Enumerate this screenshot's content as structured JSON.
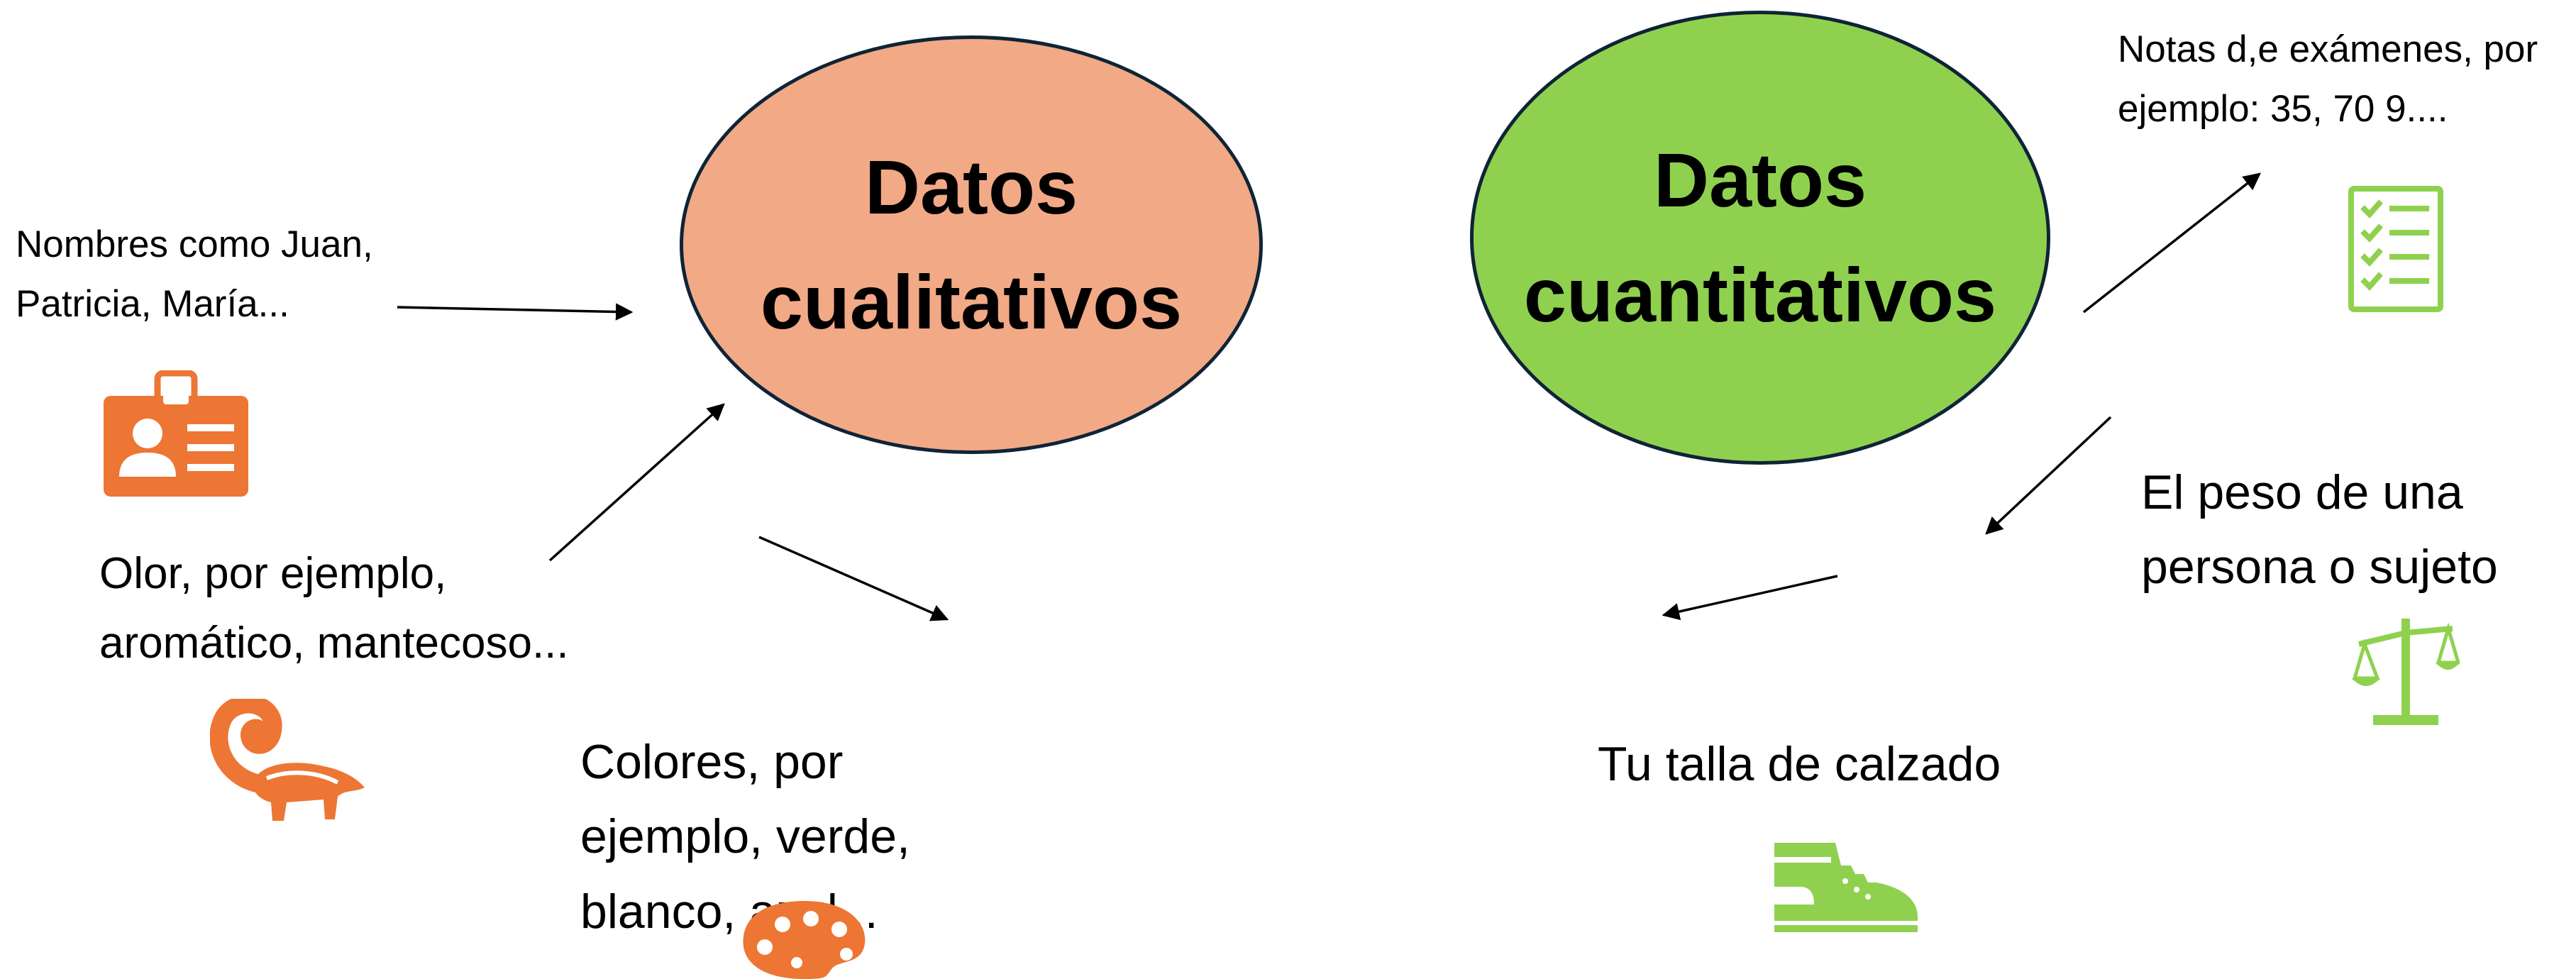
{
  "colors": {
    "qualitative_fill": "#f2a986",
    "quantitative_fill": "#8fd14f",
    "qualitative_icon": "#ed7634",
    "quantitative_icon": "#8fd14f",
    "outline": "#0f2436"
  },
  "qualitative": {
    "title_line1": "Datos",
    "title_line2": "cualitativos",
    "examples": {
      "names_line1": "Nombres como Juan,",
      "names_line2": "Patricia, María...",
      "smell_line1": "Olor, por ejemplo,",
      "smell_line2": "aromático, mantecoso...",
      "colors_line1": "Colores, por",
      "colors_line2": "ejemplo, verde,",
      "colors_line3": "blanco, azul..."
    },
    "icons": [
      "id-badge-icon",
      "skunk-icon",
      "paint-palette-icon"
    ]
  },
  "quantitative": {
    "title_line1": "Datos",
    "title_line2": "cuantitativos",
    "examples": {
      "grades_line1": "Notas d,e exámenes, por",
      "grades_line2": "ejemplo: 35, 70 9....",
      "weight_line1": "El peso de una",
      "weight_line2": "persona o sujeto",
      "shoe": "Tu talla de calzado"
    },
    "icons": [
      "checklist-icon",
      "balance-scale-icon",
      "sneaker-icon"
    ]
  }
}
